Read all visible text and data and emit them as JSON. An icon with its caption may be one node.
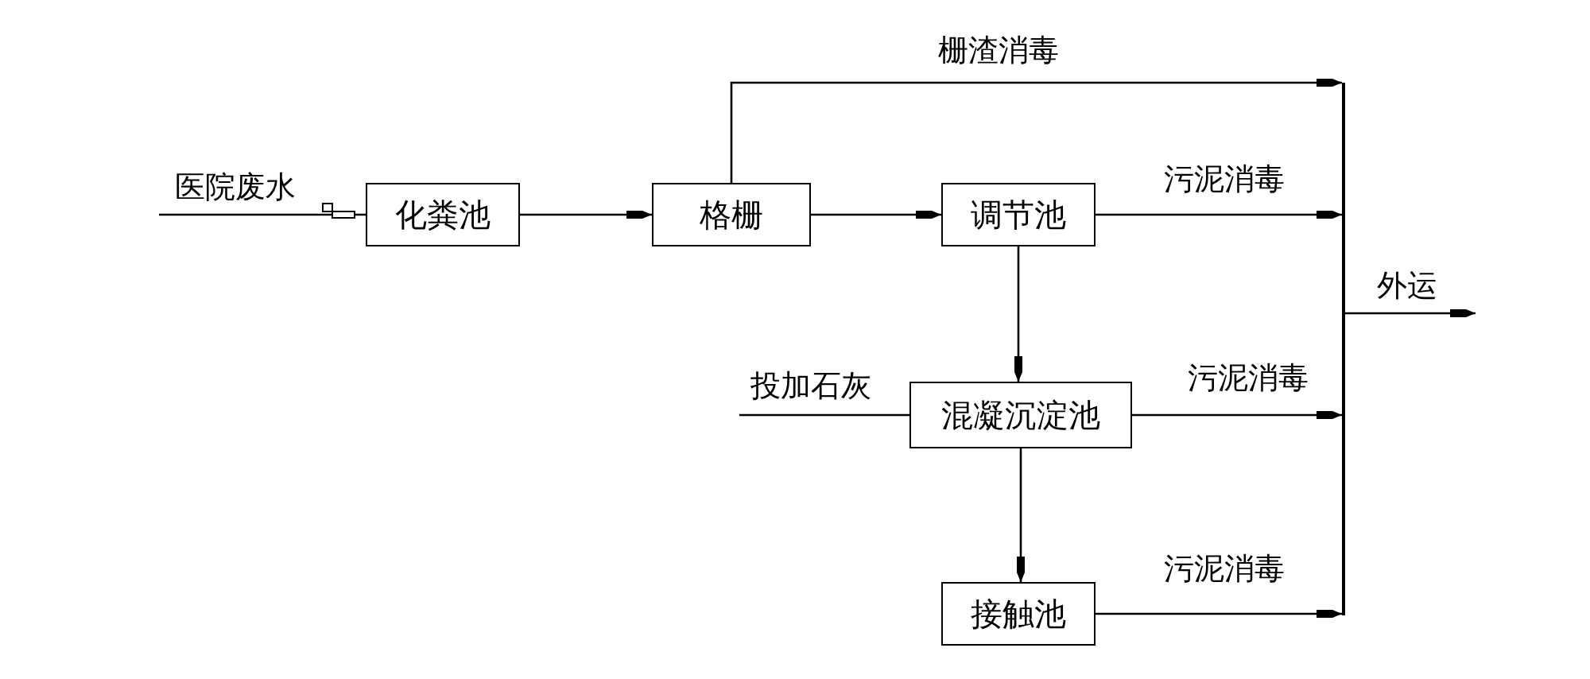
{
  "diagram": {
    "nodes": [
      {
        "text": [
          "化粪池"
        ]
      },
      {
        "text": [
          "格栅"
        ]
      },
      {
        "text": [
          "调节池"
        ]
      },
      {
        "text": [
          "混凝沉淀池"
        ]
      },
      {
        "text": [
          "接触池"
        ]
      },
      {
        "text": [],
        "shape": "bar"
      }
    ],
    "edges": [
      {
        "from": 0,
        "to": 1,
        "arrow": "to"
      },
      {
        "from": 1,
        "to": 2,
        "arrow": "to"
      },
      {
        "from": 2,
        "to": 3,
        "arrow": "to"
      },
      {
        "from": 3,
        "to": 4,
        "arrow": "to"
      },
      {
        "from": 1,
        "to": 5,
        "arrow": "to",
        "label": "栅渣消毒"
      },
      {
        "from": 2,
        "to": 5,
        "arrow": "to",
        "label": "污泥消毒"
      },
      {
        "from": 3,
        "to": 5,
        "arrow": "to",
        "label": "污泥消毒"
      },
      {
        "from": 4,
        "to": 5,
        "arrow": "to",
        "label": "污泥消毒"
      },
      {
        "from": 5,
        "to": null,
        "arrow": "to",
        "label": "外运"
      },
      {
        "from": null,
        "to": 0,
        "arrow": "none",
        "label": "医院废水"
      },
      {
        "from": null,
        "to": 3,
        "arrow": "none",
        "label": "投加石灰"
      }
    ]
  }
}
